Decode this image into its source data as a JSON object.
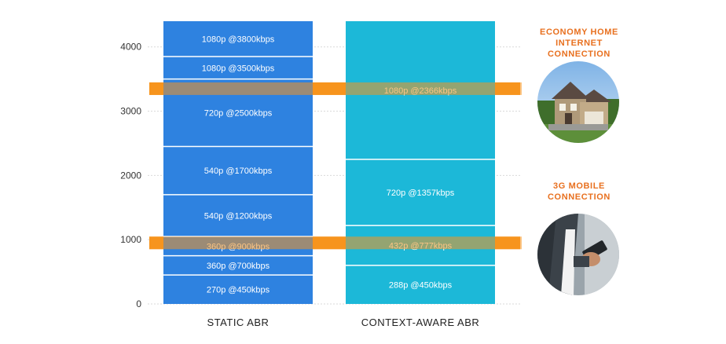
{
  "chart_data": {
    "type": "bar",
    "ylim": [
      0,
      4400
    ],
    "yticks": [
      "0",
      "1000",
      "2000",
      "3000",
      "4000"
    ],
    "grid": true,
    "columns": [
      {
        "label": "STATIC ABR",
        "color": "#2e82e0",
        "segments": [
          {
            "label": "270p @450kbps",
            "from": 0,
            "to": 450
          },
          {
            "label": "360p @700kbps",
            "from": 450,
            "to": 750
          },
          {
            "label": "360p @900kbps",
            "from": 750,
            "to": 1050
          },
          {
            "label": "540p @1200kbps",
            "from": 1050,
            "to": 1700
          },
          {
            "label": "540p @1700kbps",
            "from": 1700,
            "to": 2450
          },
          {
            "label": "720p @2500kbps",
            "from": 2450,
            "to": 3500
          },
          {
            "label": "1080p @3500kbps",
            "from": 3500,
            "to": 3850
          },
          {
            "label": "1080p @3800kbps",
            "from": 3850,
            "to": 4400
          }
        ]
      },
      {
        "label": "CONTEXT-AWARE ABR",
        "color": "#1cb8d8",
        "segments": [
          {
            "label": "288p @450kbps",
            "from": 0,
            "to": 600
          },
          {
            "label": "432p @777kbps",
            "from": 600,
            "to": 1220
          },
          {
            "label": "720p @1357kbps",
            "from": 1220,
            "to": 2250
          },
          {
            "label": "1080p @2366kbps",
            "from": 2250,
            "to": 4400
          }
        ]
      }
    ],
    "bands": [
      {
        "value": 3350,
        "label": "ECONOMY HOME INTERNET CONNECTION",
        "photo": "house-photo"
      },
      {
        "value": 950,
        "label": "3G MOBILE CONNECTION",
        "photo": "mobile-phone-photo"
      }
    ],
    "band_color": "#f7941d"
  },
  "connections": {
    "home_label": "ECONOMY HOME\nINTERNET\nCONNECTION",
    "mobile_label": "3G MOBILE\nCONNECTION"
  }
}
